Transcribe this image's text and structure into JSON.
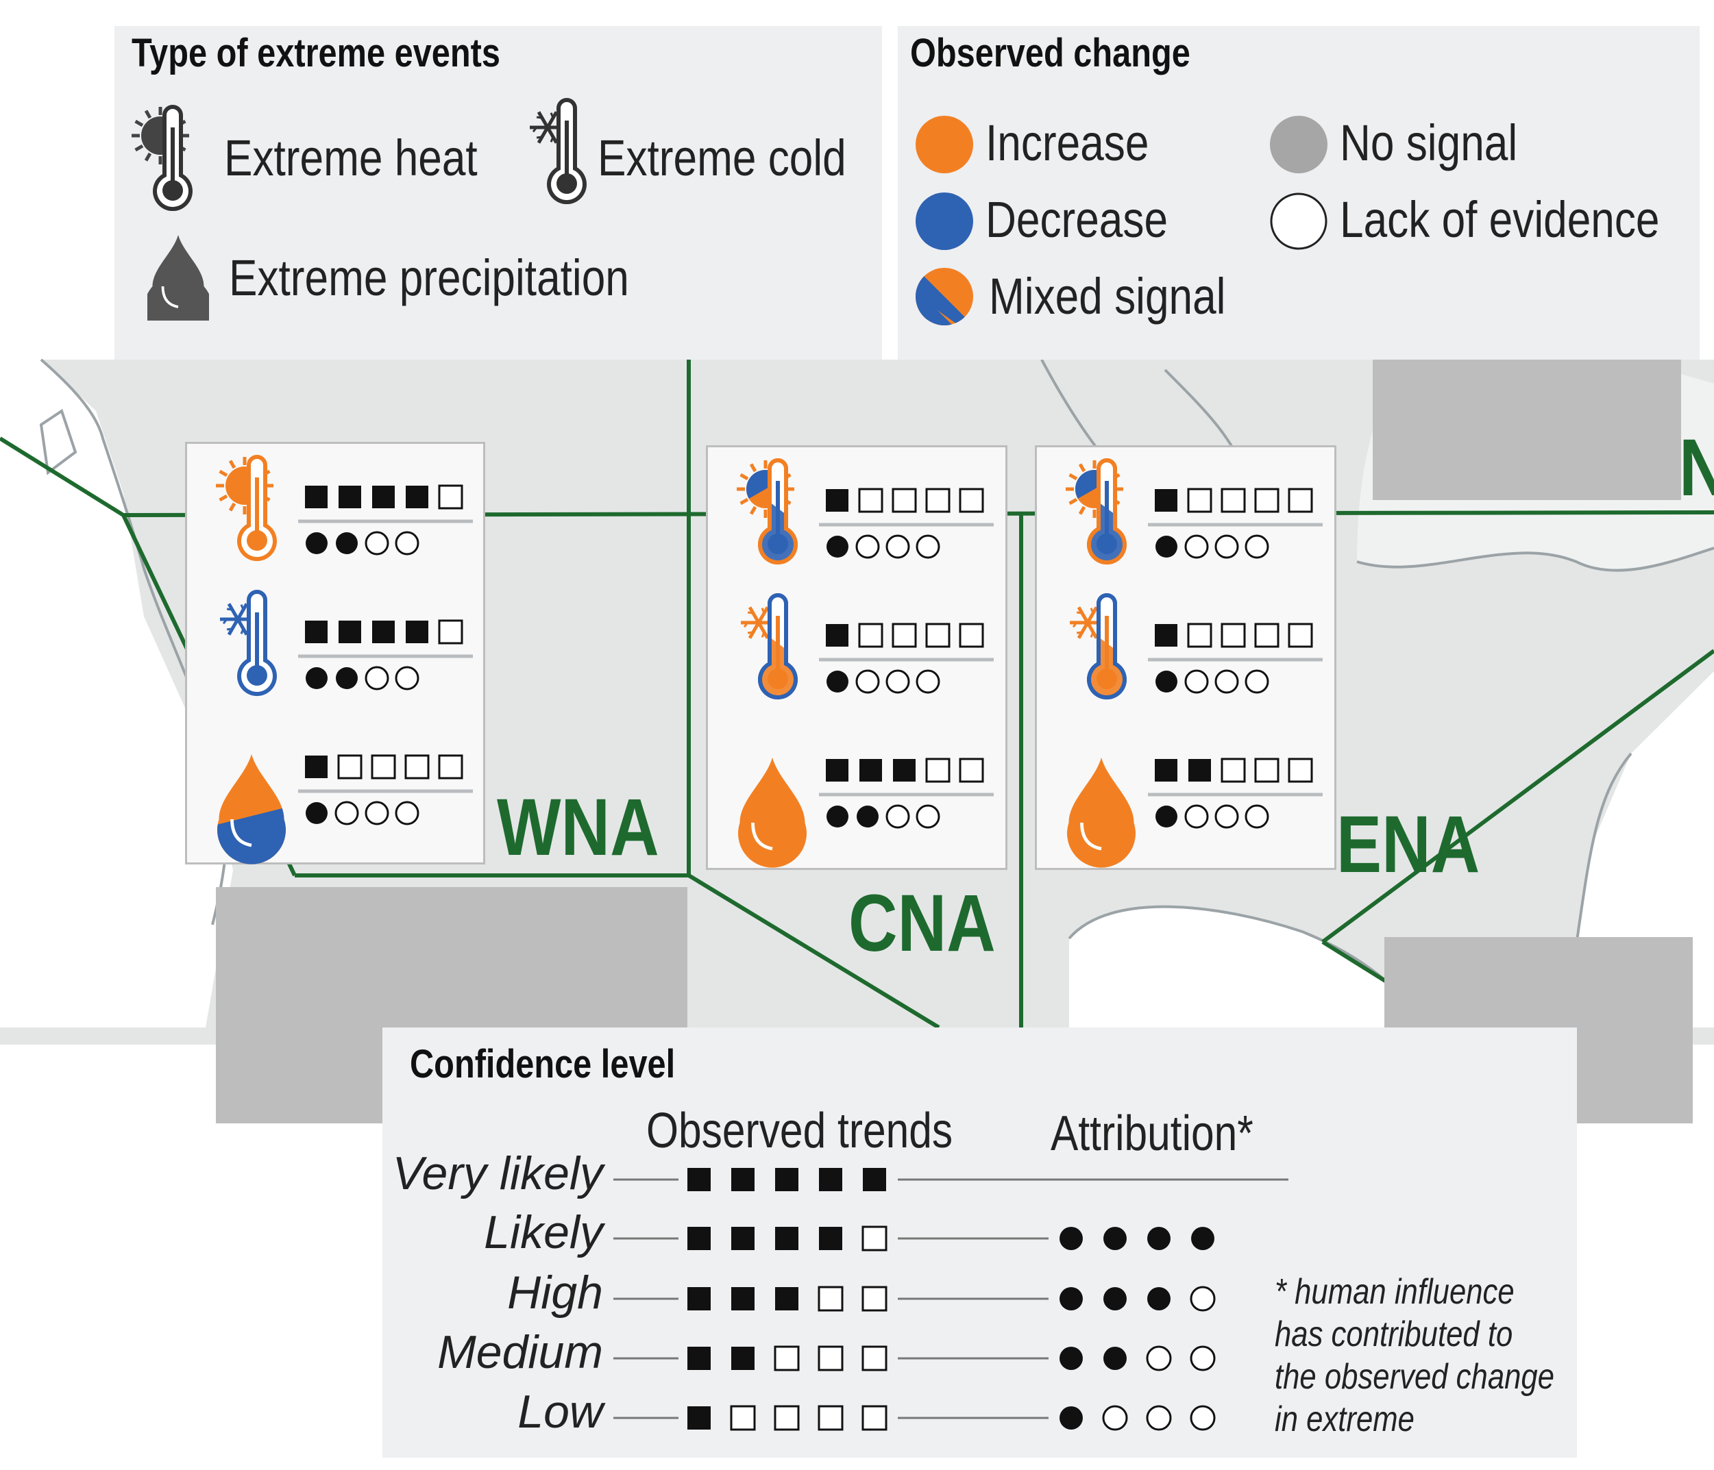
{
  "legend_types": {
    "title": "Type of extreme events",
    "items": [
      {
        "icon": "extreme-heat-icon",
        "label": "Extreme heat"
      },
      {
        "icon": "extreme-cold-icon",
        "label": "Extreme cold"
      },
      {
        "icon": "extreme-precipitation-icon",
        "label": "Extreme precipitation"
      }
    ]
  },
  "legend_change": {
    "title": "Observed change",
    "items": [
      {
        "key": "increase",
        "label": "Increase",
        "color": "#f28023"
      },
      {
        "key": "decrease",
        "label": "Decrease",
        "color": "#2e62b3"
      },
      {
        "key": "mixed",
        "label": "Mixed signal",
        "colors": [
          "#f28023",
          "#2e62b3"
        ]
      },
      {
        "key": "no_signal",
        "label": "No signal",
        "color": "#a6a6a6"
      },
      {
        "key": "lack_of_evidence",
        "label": "Lack of evidence",
        "color": "#ffffff"
      }
    ]
  },
  "colors": {
    "increase": "#f28023",
    "decrease": "#2e62b3",
    "boundary": "#1e6a2e",
    "land": "#e4e6e6",
    "coast": "#9ba3a6",
    "panel": "#eeeff1"
  },
  "regions": [
    {
      "code": "WNA",
      "events": [
        {
          "type": "heat",
          "change": "increase",
          "trend": 4,
          "attribution": 2
        },
        {
          "type": "cold",
          "change": "decrease",
          "trend": 4,
          "attribution": 2
        },
        {
          "type": "precip",
          "change": "mixed",
          "trend": 1,
          "attribution": 1
        }
      ]
    },
    {
      "code": "CNA",
      "events": [
        {
          "type": "heat",
          "change": "mixed",
          "trend": 1,
          "attribution": 1
        },
        {
          "type": "cold",
          "change": "mixed",
          "trend": 1,
          "attribution": 1
        },
        {
          "type": "precip",
          "change": "increase",
          "trend": 3,
          "attribution": 2
        }
      ]
    },
    {
      "code": "ENA",
      "events": [
        {
          "type": "heat",
          "change": "mixed",
          "trend": 1,
          "attribution": 1
        },
        {
          "type": "cold",
          "change": "mixed",
          "trend": 1,
          "attribution": 1
        },
        {
          "type": "precip",
          "change": "increase",
          "trend": 2,
          "attribution": 1
        }
      ]
    }
  ],
  "edge_label": "N",
  "confidence": {
    "title": "Confidence level",
    "col_trends": "Observed trends",
    "col_attribution": "Attribution*",
    "levels": [
      {
        "label": "Very likely",
        "squares": 5,
        "circles": null
      },
      {
        "label": "Likely",
        "squares": 4,
        "circles": 4
      },
      {
        "label": "High",
        "squares": 3,
        "circles": 3
      },
      {
        "label": "Medium",
        "squares": 2,
        "circles": 2
      },
      {
        "label": "Low",
        "squares": 1,
        "circles": 1
      }
    ],
    "note": "* human influence has contributed to the observed change in extreme"
  }
}
